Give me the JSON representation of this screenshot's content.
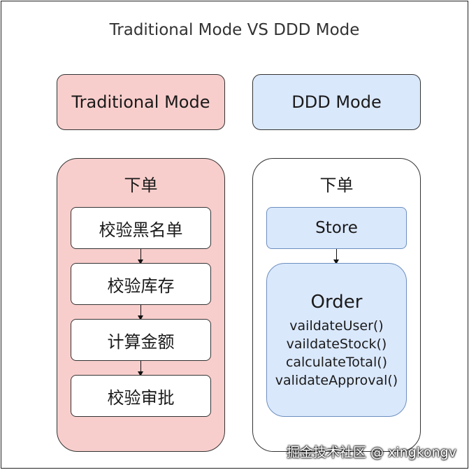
{
  "title": "Traditional Mode VS DDD Mode",
  "left": {
    "header": "Traditional Mode",
    "panel_title": "下单",
    "steps": [
      "校验黑名单",
      "校验库存",
      "计算金额",
      "校验审批"
    ]
  },
  "right": {
    "header": "DDD Mode",
    "panel_title": "下单",
    "store": "Store",
    "order": {
      "title": "Order",
      "methods": [
        "vaildateUser()",
        "vaildateStock()",
        "calculateTotal()",
        "validateApproval()"
      ]
    }
  },
  "watermark": "掘金技术社区 @ xingkongv",
  "colors": {
    "pink": "#f8cecc",
    "blue": "#dae8fc",
    "blue_border": "#6c8ebf"
  }
}
